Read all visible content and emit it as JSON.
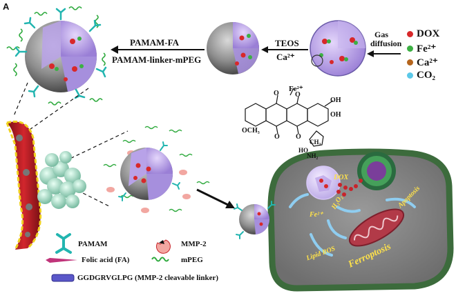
{
  "panel_label": "A",
  "steps": {
    "gas_diffusion": [
      "Gas",
      "diffusion"
    ],
    "teos": "TEOS",
    "teos_ca": "Ca²⁺",
    "pamam_fa": "PAMAM-FA",
    "pamam_linker": "PAMAM-linker-mPEG"
  },
  "right_legend": [
    {
      "label": "DOX",
      "color": "#d8282a"
    },
    {
      "label": "Fe²⁺",
      "color": "#3cb043"
    },
    {
      "label": "Ca²⁺",
      "color": "#b5651d"
    },
    {
      "label": "CO₂",
      "color": "#5bc8e8"
    }
  ],
  "molecule": {
    "fe": "Fe²⁺",
    "oh1": "OH",
    "oh2": "OH",
    "o1": "O",
    "o2": "O",
    "o3": "O",
    "o4": "O",
    "och3": "OCH₃",
    "ch3": "CH₃",
    "nh2": "NH₂",
    "ho": "HO"
  },
  "cell_labels": {
    "dox": "DOX",
    "fe": "Fe²⁺",
    "h2o2": "H₂O₂",
    "apoptosis": "Apoptosis",
    "lipid_ros": "Lipid ROS",
    "ferroptosis": "Ferroptosis"
  },
  "bottom_legend": {
    "pamam": "PAMAM",
    "mmp2": "MMP-2",
    "folic": "Folic acid (FA)",
    "mpeg": "mPEG",
    "linker": "GGDGRVGLPG (MMP-2 cleavable linker)"
  },
  "colors": {
    "shell": "#8a8a8a",
    "core": "#b59be0",
    "pamam": "#22b5b0",
    "mpeg": "#2faa3e",
    "dox": "#d8282a",
    "fe": "#3cb043",
    "vessel": "#c8242a",
    "cell": "#8b8b8b",
    "cell_border": "#3c6b3c"
  }
}
